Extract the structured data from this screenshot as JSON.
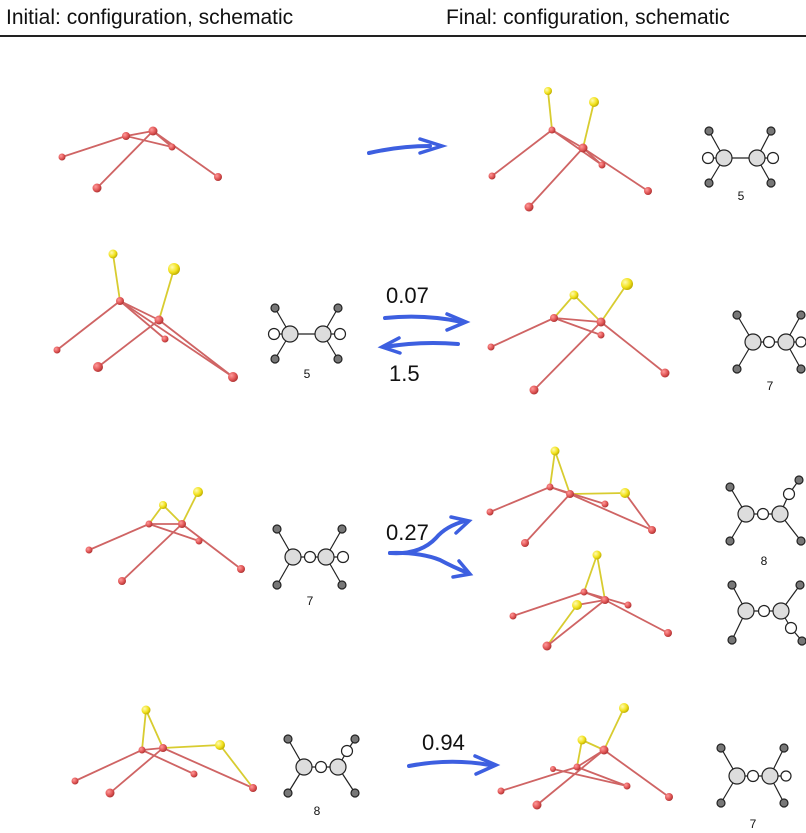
{
  "header": {
    "left": "Initial: configuration, schematic",
    "right": "Final: configuration, schematic"
  },
  "rows": [
    {
      "initial_label": "",
      "rates": [],
      "final_labels": [
        "5"
      ]
    },
    {
      "initial_label": "5",
      "rates": [
        "0.07",
        "1.5"
      ],
      "final_labels": [
        "7"
      ]
    },
    {
      "initial_label": "7",
      "rates": [
        "0.27"
      ],
      "final_labels": [
        "8",
        ""
      ]
    },
    {
      "initial_label": "8",
      "rates": [
        "0.94"
      ],
      "final_labels": [
        "7"
      ]
    }
  ],
  "colors": {
    "atom_red": "#e05555",
    "bond_red": "#cf6464",
    "atom_yellow": "#f2e21c",
    "arrow_blue": "#3d5fe0",
    "schematic_dark": "#777777",
    "schematic_light": "#dddddd"
  }
}
